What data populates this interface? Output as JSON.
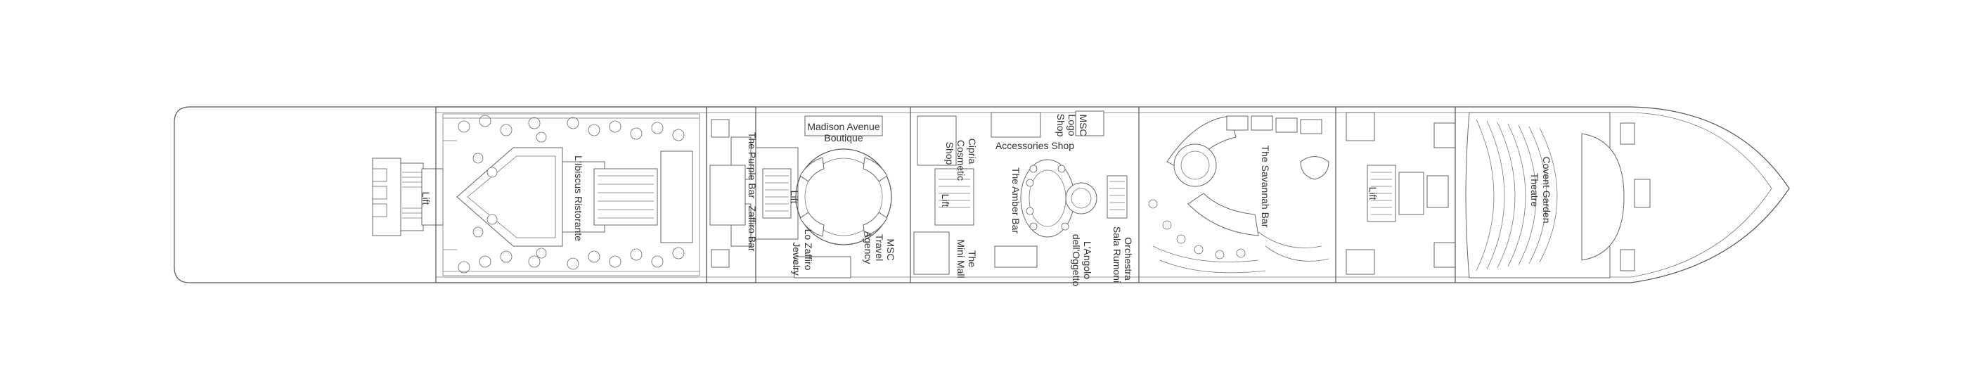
{
  "labels": {
    "lift_aft": "Lift",
    "ibiscus": "L'Ibiscus Ristorante",
    "purple_bar": "The Purple Bar",
    "zaffiro_bar": "Zaffiro Bar",
    "lift_mid": "Lift",
    "madison_1": "Madison Avenue",
    "madison_2": "Boutique",
    "lo_zaffiro": "Lo Zaffiro",
    "jewelry": "Jewelry",
    "msc_travel_1": "MSC",
    "msc_travel_2": "Travel",
    "msc_travel_3": "Agency",
    "cipria": "Cipria",
    "cosmetic": "Cosmetic",
    "shop": "Shop",
    "lift_fwd1": "Lift",
    "mini_mall_1": "The",
    "mini_mall_2": "Mini Mall",
    "accessories": "Accessories Shop",
    "amber": "The Amber Bar",
    "msc_logo_1": "MSC",
    "msc_logo_2": "Logo",
    "msc_logo_3": "Shop",
    "angolo_1": "L'Angolo",
    "angolo_2": "dell'Oggetto",
    "orchestra_1": "Orchestra",
    "orchestra_2": "Sala Rumoni",
    "savannah": "The Savannah Bar",
    "lift_fwd2": "Lift",
    "theatre_1": "Covent Garden",
    "theatre_2": "Theatre"
  },
  "colors": {
    "outline": "#555555",
    "background": "#ffffff"
  }
}
